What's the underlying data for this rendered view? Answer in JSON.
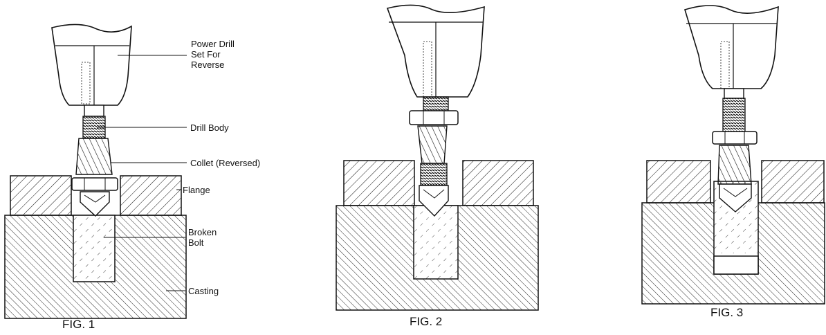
{
  "figures": [
    {
      "caption": "FIG. 1",
      "labels": {
        "power_drill": "Power Drill\nSet For\nReverse",
        "drill_body": "Drill Body",
        "collet": "Collet (Reversed)",
        "flange": "Flange",
        "broken_bolt": "Broken\nBolt",
        "casting": "Casting"
      }
    },
    {
      "caption": "FIG. 2"
    },
    {
      "caption": "FIG. 3"
    }
  ],
  "colors": {
    "line": "#111111",
    "background": "#ffffff"
  }
}
